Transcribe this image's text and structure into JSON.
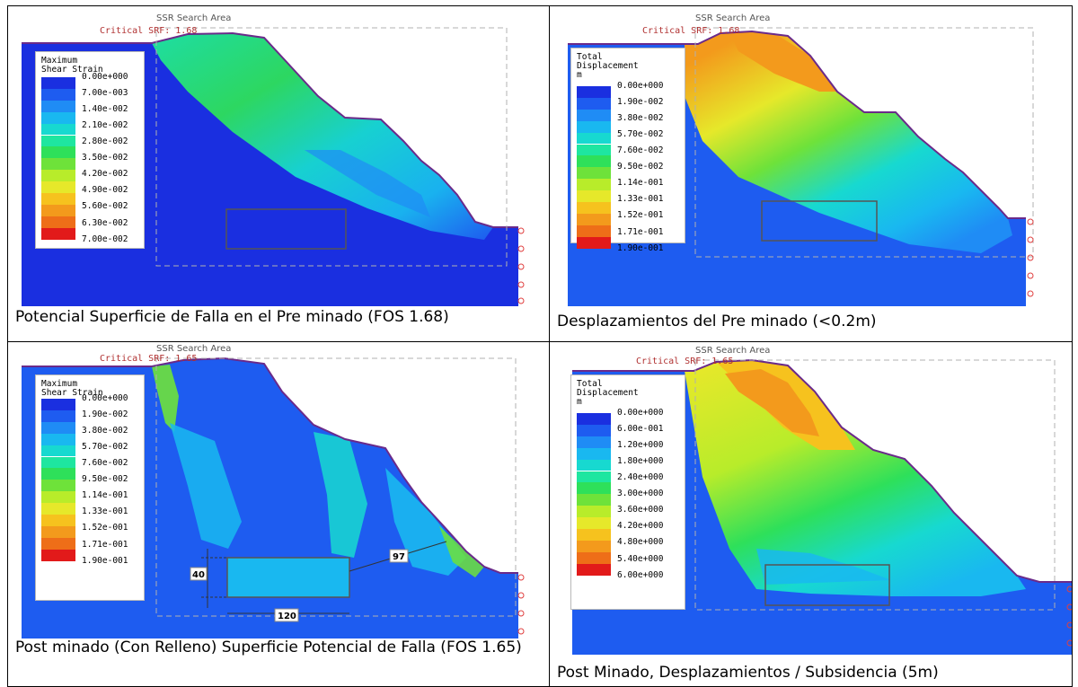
{
  "panels": [
    {
      "id": "top-left",
      "ssr_label": "SSR Search Area",
      "critical_label": "Critical SRF: 1.68",
      "caption": "Potencial Superficie de Falla en el Pre minado (FOS 1.68)",
      "legend": {
        "title": "Maximum\nShear Strain",
        "values": [
          "0.00e+000",
          "7.00e-003",
          "1.40e-002",
          "2.10e-002",
          "2.80e-002",
          "3.50e-002",
          "4.20e-002",
          "4.90e-002",
          "5.60e-002",
          "6.30e-002",
          "7.00e-002"
        ]
      }
    },
    {
      "id": "top-right",
      "ssr_label": "SSR Search Area",
      "critical_label": "Critical SRF: 1.68",
      "caption": "Desplazamientos del Pre minado (<0.2m)",
      "legend": {
        "title": "Total\nDisplacement\nm",
        "values": [
          "0.00e+000",
          "1.90e-002",
          "3.80e-002",
          "5.70e-002",
          "7.60e-002",
          "9.50e-002",
          "1.14e-001",
          "1.33e-001",
          "1.52e-001",
          "1.71e-001",
          "1.90e-001"
        ]
      }
    },
    {
      "id": "bottom-left",
      "ssr_label": "SSR Search Area",
      "critical_label": "Critical SRF: 1.65",
      "caption": "Post minado (Con Relleno) Superficie Potencial de Falla (FOS 1.65)",
      "dimensions": {
        "height": "40",
        "width": "120",
        "distance": "97"
      },
      "legend": {
        "title": "Maximum\nShear Strain",
        "values": [
          "0.00e+000",
          "1.90e-002",
          "3.80e-002",
          "5.70e-002",
          "7.60e-002",
          "9.50e-002",
          "1.14e-001",
          "1.33e-001",
          "1.52e-001",
          "1.71e-001",
          "1.90e-001"
        ]
      }
    },
    {
      "id": "bottom-right",
      "ssr_label": "SSR Search Area",
      "critical_label": "Critical SRF: 1.65",
      "caption": "Post Minado, Desplazamientos / Subsidencia (5m)",
      "legend": {
        "title": "Total\nDisplacement\nm",
        "values": [
          "0.00e+000",
          "6.00e-001",
          "1.20e+000",
          "1.80e+000",
          "2.40e+000",
          "3.00e+000",
          "3.60e+000",
          "4.20e+000",
          "4.80e+000",
          "5.40e+000",
          "6.00e+000"
        ]
      }
    }
  ],
  "colors": {
    "scale": [
      "#1a2fe0",
      "#1e5cf0",
      "#1f8cf5",
      "#19b8f0",
      "#17d9d0",
      "#1ee6a0",
      "#2ee05a",
      "#6ee23a",
      "#b8ec2a",
      "#e6e82a",
      "#f6c21e",
      "#f39a1c",
      "#ee6e18",
      "#e21a1a"
    ],
    "surface_line": "#6a2a8a",
    "support": "#e04040",
    "search_box": "#b0b0b0"
  }
}
